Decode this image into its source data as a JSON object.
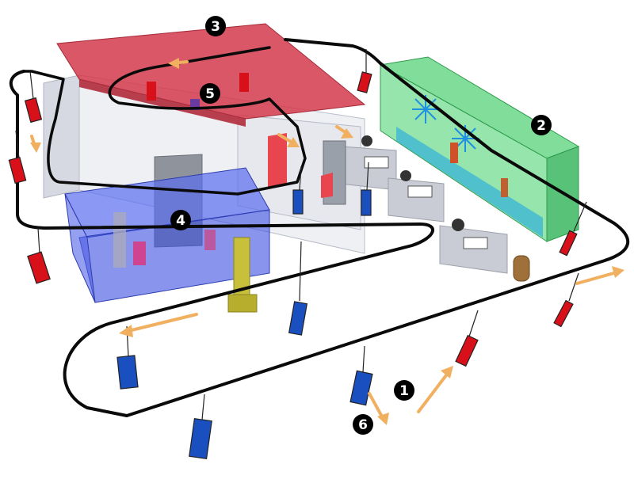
{
  "markers": [
    {
      "label": "1"
    },
    {
      "label": "2"
    },
    {
      "label": "3"
    },
    {
      "label": "4"
    },
    {
      "label": "5"
    },
    {
      "label": "6"
    }
  ],
  "colors": {
    "conveyor": "#0a0a0a",
    "red_booth": "#d23a4b",
    "green_booth": "#3fcf6a",
    "blue_booth": "#3b4fe0",
    "red_part": "#d8101a",
    "blue_part": "#1a4fc0",
    "arrow": "#f0b060",
    "robot": "#c8c03a",
    "marker_bg": "#000000",
    "marker_text": "#ffffff"
  }
}
